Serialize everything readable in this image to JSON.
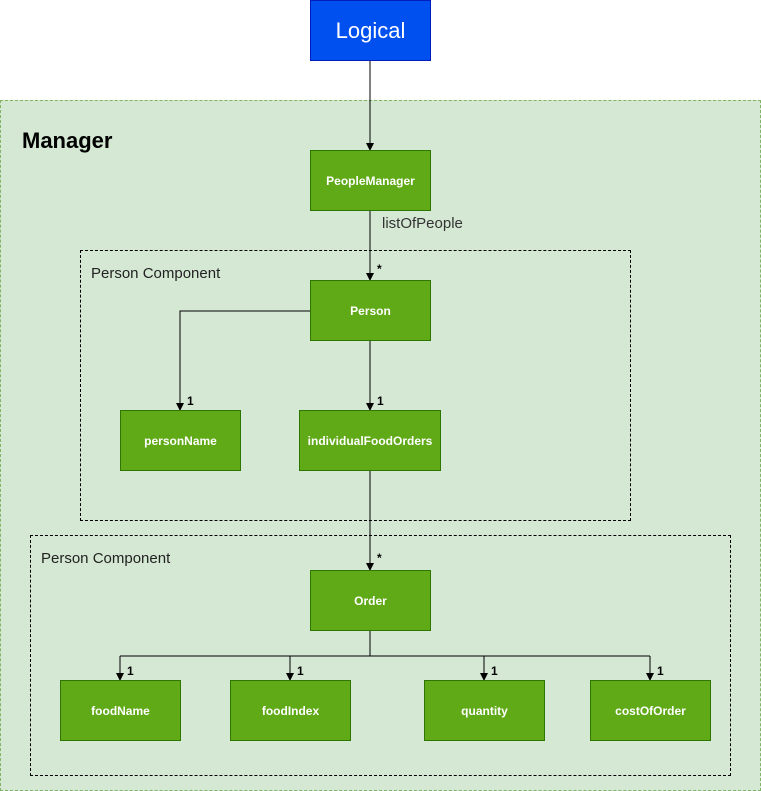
{
  "containers": {
    "manager_label": "Manager",
    "person_component_label": "Person Component",
    "order_component_label": "Person Component"
  },
  "nodes": {
    "logical": "Logical",
    "people_manager": "PeopleManager",
    "person": "Person",
    "person_name": "personName",
    "individual_food_orders": "individualFoodOrders",
    "order": "Order",
    "food_name": "foodName",
    "food_index": "foodIndex",
    "quantity": "quantity",
    "cost_of_order": "costOfOrder"
  },
  "edges": {
    "people_manager_to_person_label": "listOfPeople",
    "person_multiplicity": "*",
    "order_multiplicity": "*",
    "person_name_multiplicity": "1",
    "individual_food_orders_multiplicity": "1",
    "food_name_multiplicity": "1",
    "food_index_multiplicity": "1",
    "quantity_multiplicity": "1",
    "cost_of_order_multiplicity": "1"
  },
  "colors": {
    "manager_fill": "#d5e8d4",
    "manager_border": "#82b366",
    "logical_fill": "#0050ef",
    "node_fill": "#60a917",
    "node_border": "#2d7600"
  }
}
